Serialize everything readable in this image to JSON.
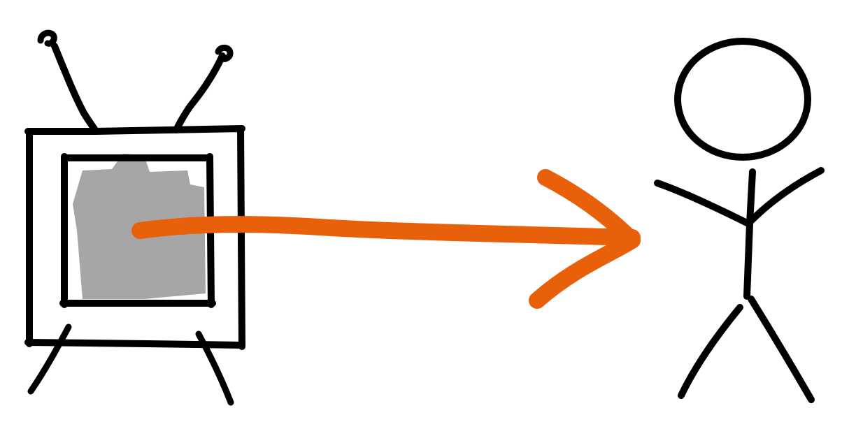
{
  "diagram": {
    "nodes": [
      {
        "id": "tv",
        "icon": "television-icon"
      },
      {
        "id": "person",
        "icon": "stick-figure-icon"
      }
    ],
    "edges": [
      {
        "from": "tv",
        "to": "person",
        "icon": "arrow-icon"
      }
    ]
  },
  "colors": {
    "ink": "#000000",
    "screen": "#a6a6a6",
    "arrow": "#e8600a",
    "background": "#ffffff"
  }
}
